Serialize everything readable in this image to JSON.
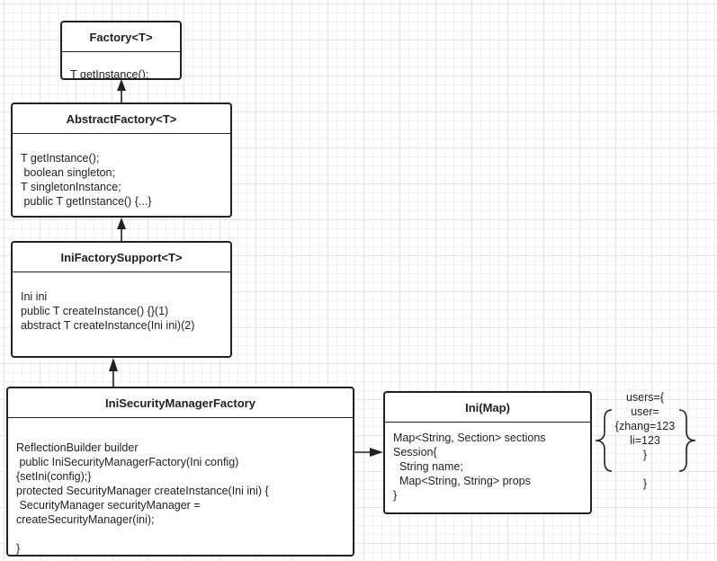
{
  "classes": {
    "factory": {
      "title": "Factory<T>",
      "lines": [
        "T getInstance();"
      ]
    },
    "abstract_factory": {
      "title": "AbstractFactory<T>",
      "lines": [
        "T getInstance();",
        " boolean singleton;",
        "T singletonInstance;",
        " public T getInstance() {...}"
      ]
    },
    "ini_factory_support": {
      "title": "IniFactorySupport<T>",
      "lines": [
        "Ini ini",
        "public T createInstance() {}(1)",
        "abstract T createInstance(Ini ini)(2)"
      ]
    },
    "ini_security_manager_factory": {
      "title": "IniSecurityManagerFactory",
      "lines": [
        "ReflectionBuilder builder",
        " public IniSecurityManagerFactory(Ini config)",
        "{setIni(config);}",
        "protected SecurityManager createInstance(Ini ini) {",
        " SecurityManager securityManager =",
        "createSecurityManager(ini);",
        "",
        "}"
      ]
    },
    "ini_map": {
      "title": "Ini(Map)",
      "lines": [
        "Map<String, Section> sections",
        "Session{",
        "  String name;",
        "  Map<String, String> props",
        "}"
      ]
    }
  },
  "note": {
    "lines": [
      "users={",
      "user=",
      "{zhang=123",
      "li=123",
      "}",
      "",
      "}"
    ]
  },
  "colors": {
    "line": "#222222",
    "grid_major": "#e4e4e4",
    "grid_minor": "#f2f2f2"
  }
}
